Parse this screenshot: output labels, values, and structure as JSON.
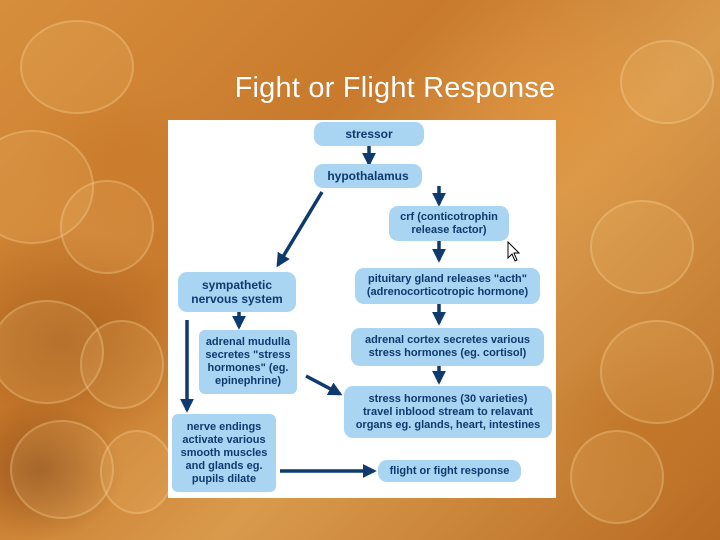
{
  "slide": {
    "title": "Fight or Flight Response"
  },
  "diagram": {
    "nodes": {
      "stressor": "stressor",
      "hypothalamus": "hypothalamus",
      "crf": "crf (conticotrophin\nrelease factor)",
      "sympathetic": "sympathetic\nnervous system",
      "pituitary": "pituitary gland releases \"acth\"\n(adrenocorticotropic hormone)",
      "adrenal_medulla": "adrenal mudulla\nsecretes \"stress\nhormones\" (eg.\nepinephrine)",
      "adrenal_cortex": "adrenal cortex secretes various\nstress hormones (eg. cortisol)",
      "stress_hormones": "stress hormones (30 varieties)\ntravel inblood stream to relavant\norgans eg. glands, heart, intestines",
      "nerve_endings": "nerve endings\nactivate various\nsmooth muscles\nand glands eg.\npupils dilate",
      "response": "flight or fight response"
    },
    "colors": {
      "box_fill": "#a9d4f2",
      "box_text": "#0f3a6e",
      "arrow": "#0f3a6e"
    }
  }
}
